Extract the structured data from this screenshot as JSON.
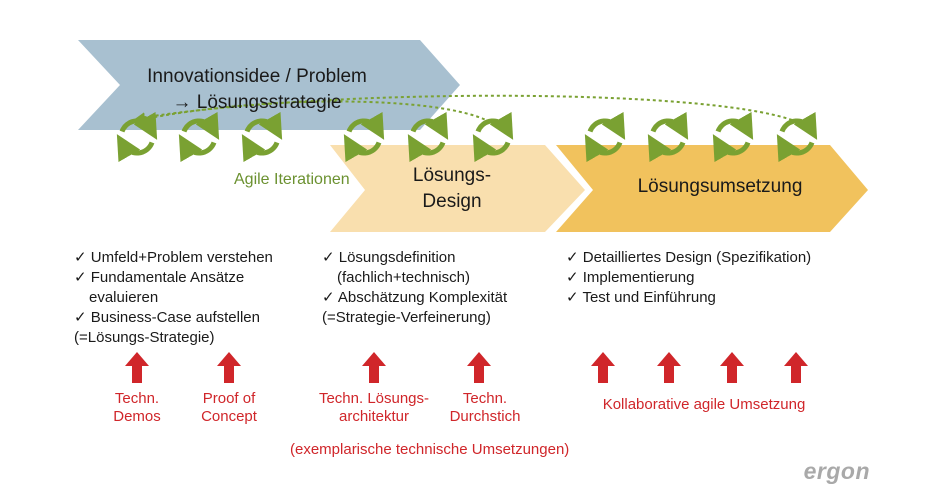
{
  "phases": {
    "idea": {
      "line1": "Innovationsidee / Problem",
      "line2": "→ Lösungsstrategie"
    },
    "design": {
      "line1": "Lösungs-",
      "line2": "Design"
    },
    "implementation": {
      "label": "Lösungsumsetzung"
    }
  },
  "agile_label": "Agile Iterationen",
  "columns": {
    "left": {
      "items": [
        {
          "text": "✓ Umfeld+Problem verstehen",
          "indent": false
        },
        {
          "text": "✓ Fundamentale Ansätze",
          "indent": false
        },
        {
          "text": "evaluieren",
          "indent": true
        },
        {
          "text": "✓ Business-Case aufstellen",
          "indent": false
        },
        {
          "text": "(=Lösungs-Strategie)",
          "indent": false
        }
      ]
    },
    "middle": {
      "items": [
        {
          "text": "✓ Lösungsdefinition",
          "indent": false
        },
        {
          "text": "(fachlich+technisch)",
          "indent": true
        },
        {
          "text": "✓ Abschätzung Komplexität",
          "indent": false
        },
        {
          "text": "(=Strategie-Verfeinerung)",
          "indent": false
        }
      ]
    },
    "right": {
      "items": [
        {
          "text": "✓ Detailliertes Design (Spezifikation)",
          "indent": false
        },
        {
          "text": "✓ Implementierung",
          "indent": false
        },
        {
          "text": "✓ Test und Einführung",
          "indent": false
        }
      ]
    }
  },
  "red_labels": {
    "techn_demos": {
      "line1": "Techn.",
      "line2": "Demos"
    },
    "proof_of_concept": {
      "line1": "Proof of",
      "line2": "Concept"
    },
    "loesungsarchitektur": {
      "line1": "Techn. Lösungs-",
      "line2": "architektur"
    },
    "durchstich": {
      "line1": "Techn.",
      "line2": "Durchstich"
    },
    "kollaborativ": {
      "line1": "Kollaborative agile Umsetzung"
    }
  },
  "footer_note": "(exemplarische technische Umsetzungen)",
  "brand": "ergon",
  "colors": {
    "idea_arrow": "#a8c0d0",
    "design_arrow": "#f9dfae",
    "implementation_arrow": "#f1c25d",
    "cycle_green": "#7aa132",
    "red": "#d0262a",
    "brand_gray": "#a9a9a9"
  }
}
